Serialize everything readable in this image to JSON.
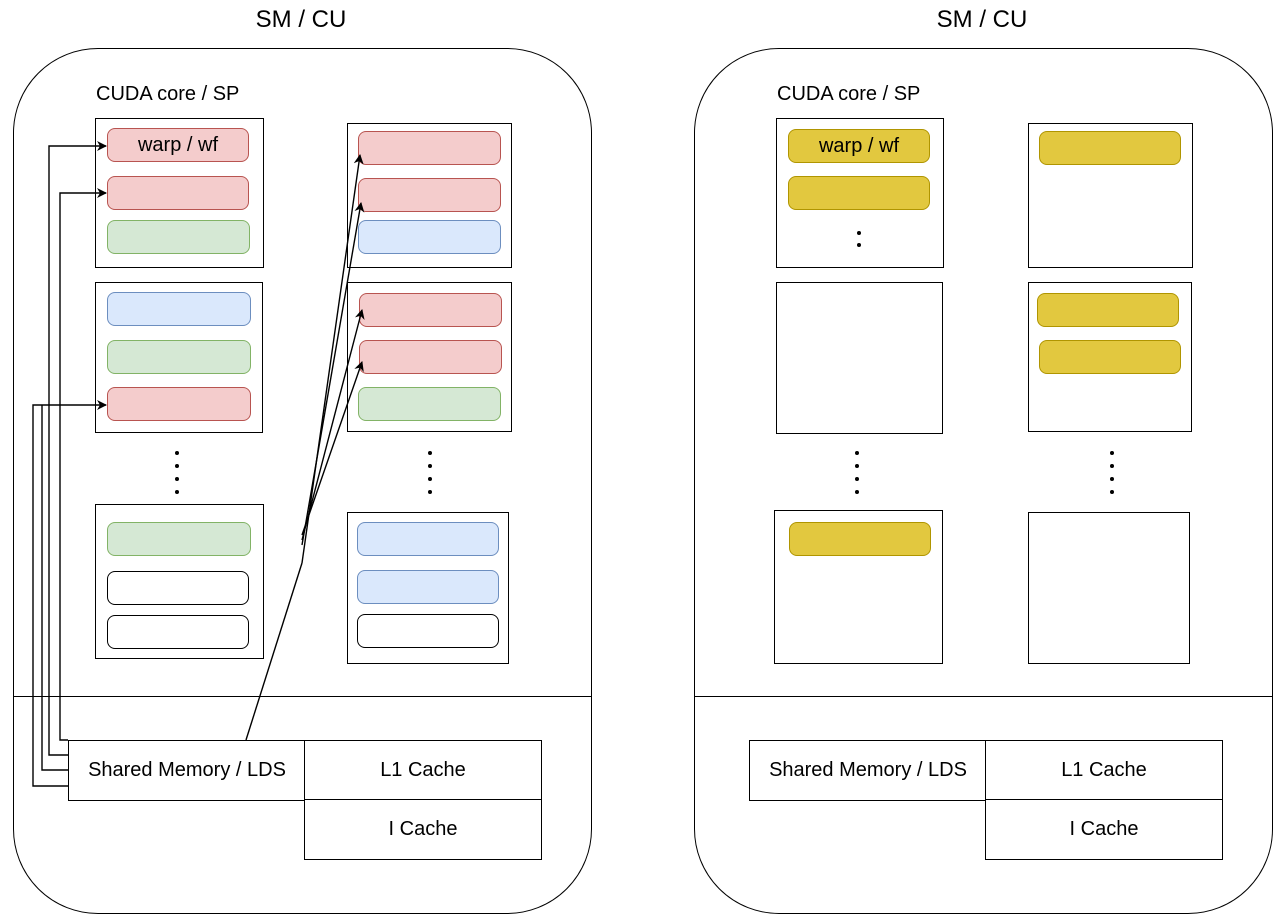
{
  "left": {
    "title": "SM / CU",
    "core_label": "CUDA core / SP",
    "warp_label": "warp / wf",
    "dots": ":",
    "vdots": ":",
    "shared_memory": "Shared Memory / LDS",
    "l1_cache": "L1 Cache",
    "i_cache": "I Cache"
  },
  "right": {
    "title": "SM / CU",
    "core_label": "CUDA core / SP",
    "warp_label": "warp / wf",
    "dots": ":",
    "vdots": ":",
    "shared_memory": "Shared Memory / LDS",
    "l1_cache": "L1 Cache",
    "i_cache": "I Cache"
  },
  "colors": {
    "red_fill": "#f4cccc",
    "green_fill": "#d5e8d4",
    "blue_fill": "#dae8fc",
    "yellow_fill": "#e2c83f"
  }
}
